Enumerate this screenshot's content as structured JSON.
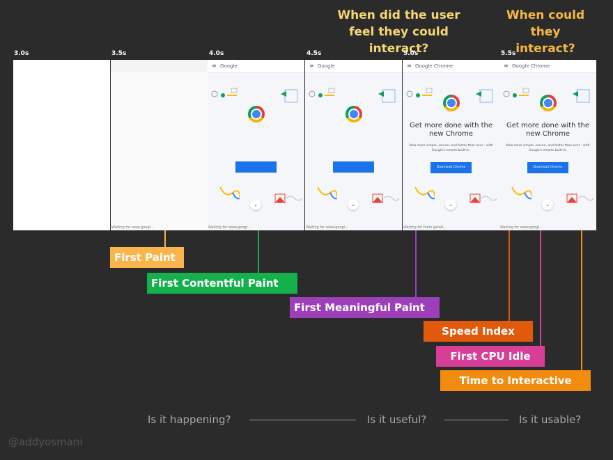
{
  "questions": {
    "user_feel": "When did the user feel they could interact?",
    "could_interact": "When could they interact?"
  },
  "frames": [
    {
      "time": "3.0s",
      "state": "blank",
      "status": ""
    },
    {
      "time": "3.5s",
      "state": "loading",
      "status": "Waiting for www.googl..."
    },
    {
      "time": "4.0s",
      "state": "partial",
      "status": "Waiting for www.googl...",
      "brand": "Google"
    },
    {
      "time": "4.5s",
      "state": "partial",
      "status": "Waiting for www.googl...",
      "brand": "Google"
    },
    {
      "time": "5.0s",
      "state": "full",
      "status": "Waiting for fonts.gstati...",
      "brand": "Google Chrome"
    },
    {
      "time": "5.5s",
      "state": "full",
      "status": "Waiting for www.googl...",
      "brand": "Google Chrome"
    }
  ],
  "page_content": {
    "headline": "Get more done with the new Chrome",
    "subtext": "Now more simple, secure, and faster than ever - with Google's smarts built-in.",
    "button": "Download Chrome",
    "menu_icon": "hamburger-icon",
    "chevron_icon": "chevron-down-icon"
  },
  "metrics": [
    {
      "label": "First Paint",
      "color": "#f9b44b",
      "frame": 1
    },
    {
      "label": "First Contentful Paint",
      "color": "#14b04c",
      "frame": 2
    },
    {
      "label": "First Meaningful Paint",
      "color": "#9c3fb8",
      "frame": 4
    },
    {
      "label": "Speed Index",
      "color": "#e15a0c",
      "frame": 5
    },
    {
      "label": "First CPU Idle",
      "color": "#d83e98",
      "frame": 5
    },
    {
      "label": "Time to Interactive",
      "color": "#f28c0f",
      "frame": 5
    }
  ],
  "bottom": {
    "q1": "Is it happening?",
    "q2": "Is it useful?",
    "q3": "Is it usable?"
  },
  "credit": "@addyosmani"
}
